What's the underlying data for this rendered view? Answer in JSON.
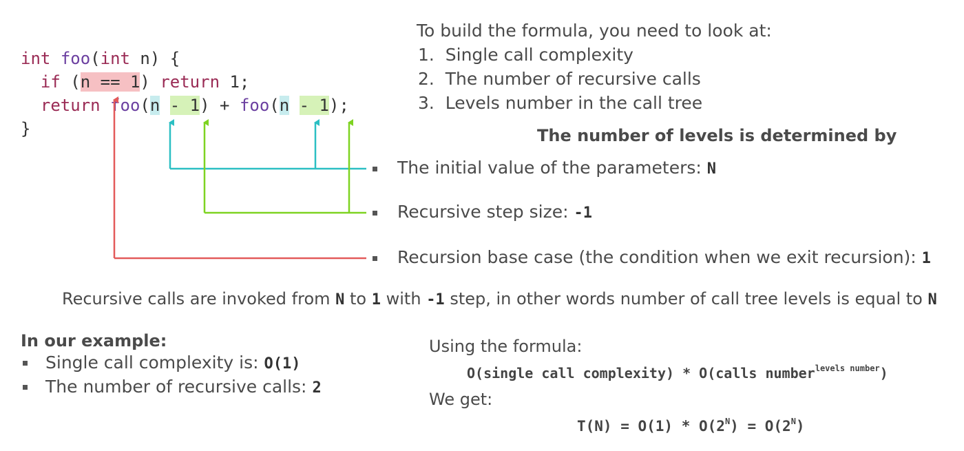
{
  "code": {
    "line1": {
      "kw1": "int",
      "fn": "foo",
      "open": "(",
      "kw2": "int",
      "rest": " n) {"
    },
    "line2": {
      "kw": "if",
      "open": " (",
      "cond": "n == 1",
      "close": ") ",
      "kw2": "return",
      "rest": " 1;"
    },
    "line3": {
      "kw": "return",
      "sp": " ",
      "fn1": "foo",
      "p1": "(",
      "n1": "n",
      "sp1": " ",
      "m1": "- 1",
      "c1": ") + ",
      "fn2": "foo",
      "p2": "(",
      "n2": "n",
      "sp2": " ",
      "m2": "- 1",
      "c2": ");"
    },
    "line4": "}"
  },
  "formula_intro": {
    "heading": "To build the formula, you need to look at:",
    "items": [
      {
        "num": "1.",
        "text": "Single call complexity"
      },
      {
        "num": "2.",
        "text": "The number of recursive calls"
      },
      {
        "num": "3.",
        "text": "Levels number in the call tree"
      }
    ]
  },
  "levels": {
    "heading": "The number of levels is determined by",
    "items": [
      {
        "text": "The initial value of the parameters: ",
        "value": "N"
      },
      {
        "text": "Recursive step size: ",
        "value": "-1"
      },
      {
        "text": "Recursion base case (the condition when we exit recursion): ",
        "value": "1"
      }
    ]
  },
  "summary": {
    "part1": "Recursive calls are invoked from ",
    "v1": "N",
    "part2": " to ",
    "v2": "1",
    "part3": " with ",
    "v3": "-1",
    "part4": " step, in other words number of call tree levels is equal to ",
    "v4": "N"
  },
  "example": {
    "heading": "In our example:",
    "items": [
      {
        "text": "Single call complexity is: ",
        "value": "O(1)"
      },
      {
        "text": "The number of recursive calls: ",
        "value": "2"
      }
    ]
  },
  "formula": {
    "using": "Using the formula:",
    "expr": "O(single call complexity) * O(calls number",
    "expr_sup": "levels number",
    "expr_close": ")",
    "we_get": "We get:",
    "result_a": "T(N) = O(1) * O(2",
    "result_sup1": "N",
    "result_b": ") = O(2",
    "result_sup2": "N",
    "result_c": ")"
  },
  "colors": {
    "teal": "#2bbfc3",
    "green": "#7ed321",
    "red": "#e35a5a"
  }
}
